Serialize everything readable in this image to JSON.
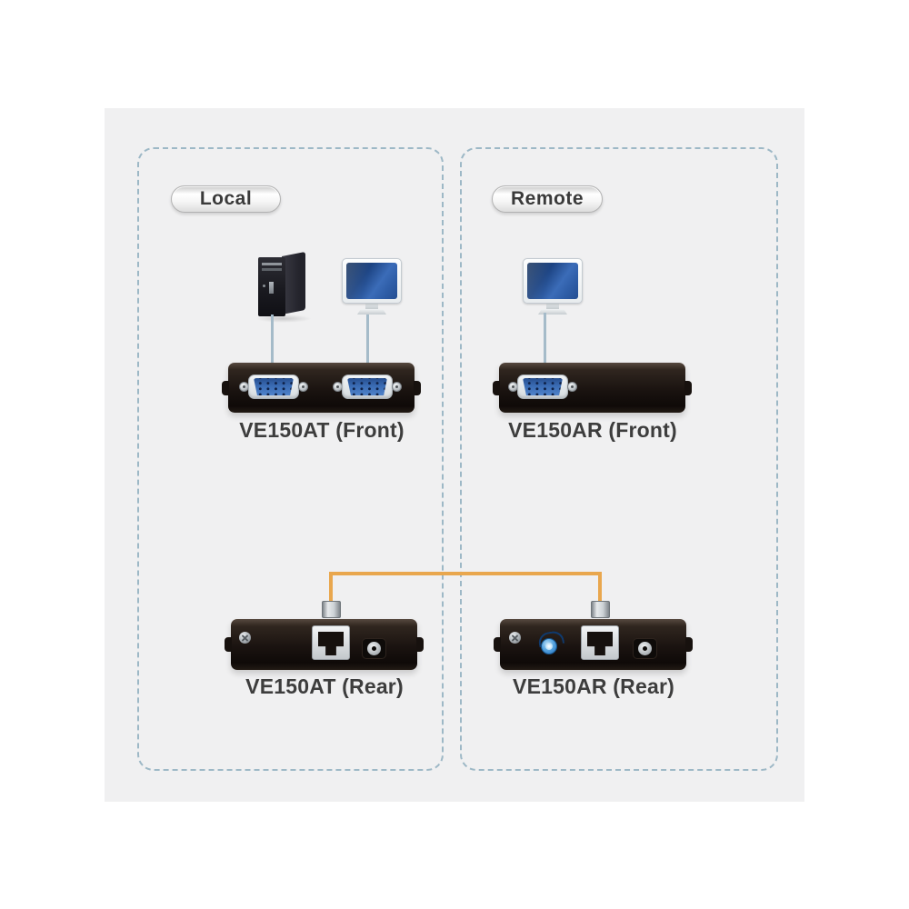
{
  "diagram": {
    "local_panel": {
      "badge": "Local",
      "front_device": {
        "label": "VE150AT (Front)",
        "ports": [
          "vga-port",
          "vga-port"
        ]
      },
      "rear_device": {
        "label": "VE150AT (Rear)",
        "ports": [
          "ground-screw",
          "rj45-port",
          "dc-power-jack"
        ]
      },
      "endpoints": [
        "computer-tower",
        "monitor"
      ]
    },
    "remote_panel": {
      "badge": "Remote",
      "front_device": {
        "label": "VE150AR (Front)",
        "ports": [
          "vga-port"
        ]
      },
      "rear_device": {
        "label": "VE150AR (Rear)",
        "ports": [
          "ground-screw",
          "tuning-dial",
          "rj45-port",
          "dc-power-jack"
        ]
      },
      "endpoints": [
        "monitor"
      ]
    },
    "connections": [
      {
        "from": "computer-tower",
        "to": "VE150AT front VGA port 1",
        "type": "vga-cable"
      },
      {
        "from": "local-monitor",
        "to": "VE150AT front VGA port 2",
        "type": "vga-cable"
      },
      {
        "from": "remote-monitor",
        "to": "VE150AR front VGA port",
        "type": "vga-cable"
      },
      {
        "from": "VE150AT rear RJ45",
        "to": "VE150AR rear RJ45",
        "type": "cat5-cable"
      }
    ],
    "icons": {
      "computer": "computer-tower-icon",
      "monitor": "monitor-icon",
      "vga_port": "vga-port-icon",
      "rj45_port": "rj45-port-icon",
      "dc_jack": "dc-power-jack-icon",
      "ground_screw": "ground-screw-icon",
      "tuning_dial": "tuning-dial-icon",
      "rj45_plug": "rj45-plug-icon"
    },
    "colors": {
      "page_background": "#ffffff",
      "stage_background": "#f0f0f1",
      "panel_border": "#9db8c6",
      "cable_blue": "#a5bbc9",
      "cable_orange": "#e9a74e",
      "device_body": "#1a1310",
      "vga_blue": "#3a6cb4",
      "screen_blue": "#2a5aa8",
      "label_text": "#3d3d3d"
    }
  }
}
